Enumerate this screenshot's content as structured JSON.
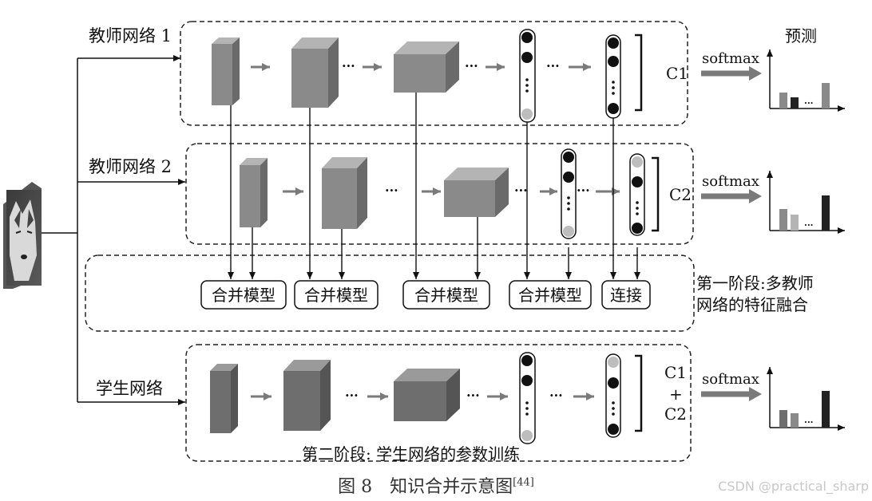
{
  "teacher1_label": "教师网络 1",
  "teacher2_label": "教师网络 2",
  "student_label": "学生网络",
  "softmax_label": "softmax",
  "prediction_label": "预测",
  "c1_label": "C1",
  "c2_label": "C2",
  "c1_plus_c2": [
    "C1",
    "+",
    "C2"
  ],
  "merge_label": "合并模型",
  "concat_label": "连接",
  "stage1_label": [
    "第一阶段:多教师",
    "网络的特征融合"
  ],
  "stage2_label": "第二阶段: 学生网络的参数训练",
  "ellipsis": "···",
  "caption_text": "图 8　知识合并示意图",
  "caption_ref": "[44]",
  "watermark": "CSDN @practical_sharp",
  "colors": {
    "cube_front": "#8a8a8a",
    "cube_top": "#b4b4b4",
    "cube_side": "#6a6a6a",
    "student_front": "#6e6e6e",
    "student_top": "#9a9a9a",
    "student_side": "#555555",
    "arrow_gray": "#7a7a7a",
    "node_dark": "#1a1a1a",
    "node_light": "#bdbdbd"
  }
}
